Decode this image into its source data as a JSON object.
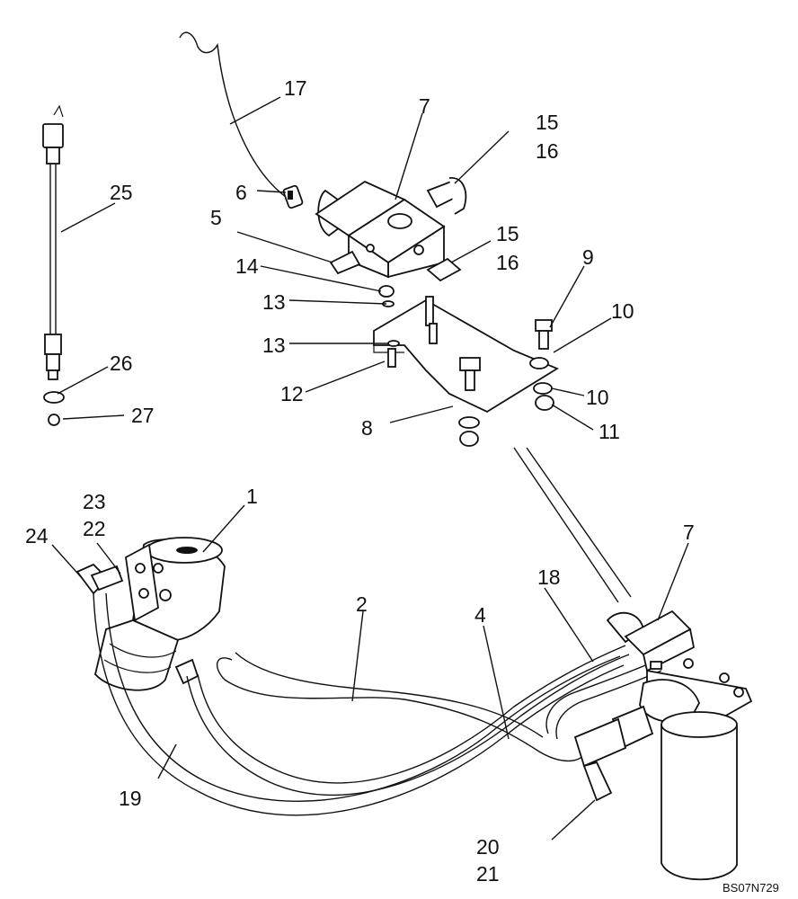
{
  "callouts": {
    "c1": "1",
    "c2": "2",
    "c4": "4",
    "c5": "5",
    "c6": "6",
    "c7a": "7",
    "c7b": "7",
    "c8": "8",
    "c9": "9",
    "c10a": "10",
    "c10b": "10",
    "c11": "11",
    "c12": "12",
    "c13a": "13",
    "c13b": "13",
    "c14": "14",
    "c15a": "15",
    "c16a": "16",
    "c15b": "15",
    "c16b": "16",
    "c17": "17",
    "c18": "18",
    "c19": "19",
    "c20": "20",
    "c21": "21",
    "c22": "22",
    "c23": "23",
    "c24": "24",
    "c25": "25",
    "c26": "26",
    "c27": "27"
  },
  "drawing_code": "BS07N729"
}
